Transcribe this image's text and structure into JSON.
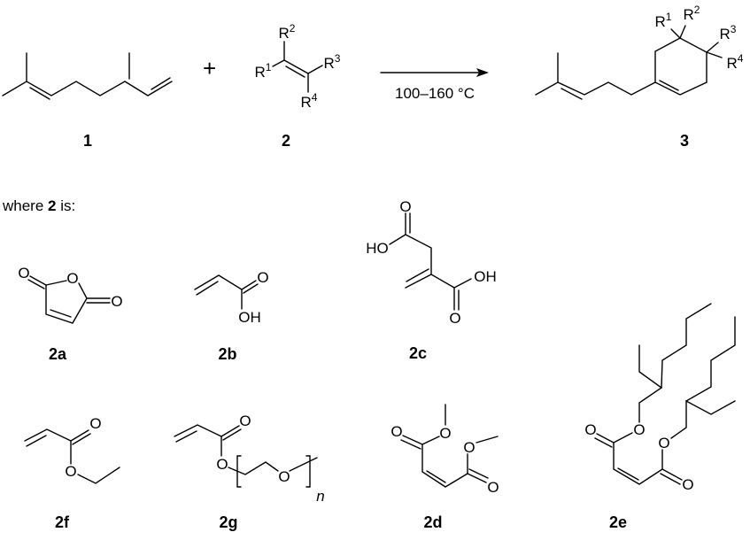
{
  "reaction": {
    "plus": "+",
    "conditions": "100–160 °C",
    "where_text": {
      "prefix": "where ",
      "bold": "2",
      "suffix": " is:"
    }
  },
  "compounds": {
    "c1": {
      "label": "1"
    },
    "c2": {
      "label": "2",
      "r": [
        {
          "base": "R",
          "sup": "1"
        },
        {
          "base": "R",
          "sup": "2"
        },
        {
          "base": "R",
          "sup": "3"
        },
        {
          "base": "R",
          "sup": "4"
        }
      ]
    },
    "c3": {
      "label": "3",
      "r": [
        {
          "base": "R",
          "sup": "1"
        },
        {
          "base": "R",
          "sup": "2"
        },
        {
          "base": "R",
          "sup": "3"
        },
        {
          "base": "R",
          "sup": "4"
        }
      ]
    },
    "c2a": {
      "label": "2a",
      "atoms": [
        "O",
        "O",
        "O"
      ]
    },
    "c2b": {
      "label": "2b",
      "atoms": [
        "O",
        "OH"
      ]
    },
    "c2c": {
      "label": "2c",
      "atoms": [
        "O",
        "HO",
        "OH",
        "O"
      ]
    },
    "c2f": {
      "label": "2f",
      "atoms": [
        "O",
        "O"
      ]
    },
    "c2g": {
      "label": "2g",
      "atoms": [
        "O",
        "O",
        "O"
      ],
      "repeat": "n"
    },
    "c2d": {
      "label": "2d",
      "atoms": [
        "O",
        "O",
        "O",
        "O"
      ]
    },
    "c2e": {
      "label": "2e",
      "atoms": [
        "O",
        "O",
        "O",
        "O"
      ]
    }
  }
}
